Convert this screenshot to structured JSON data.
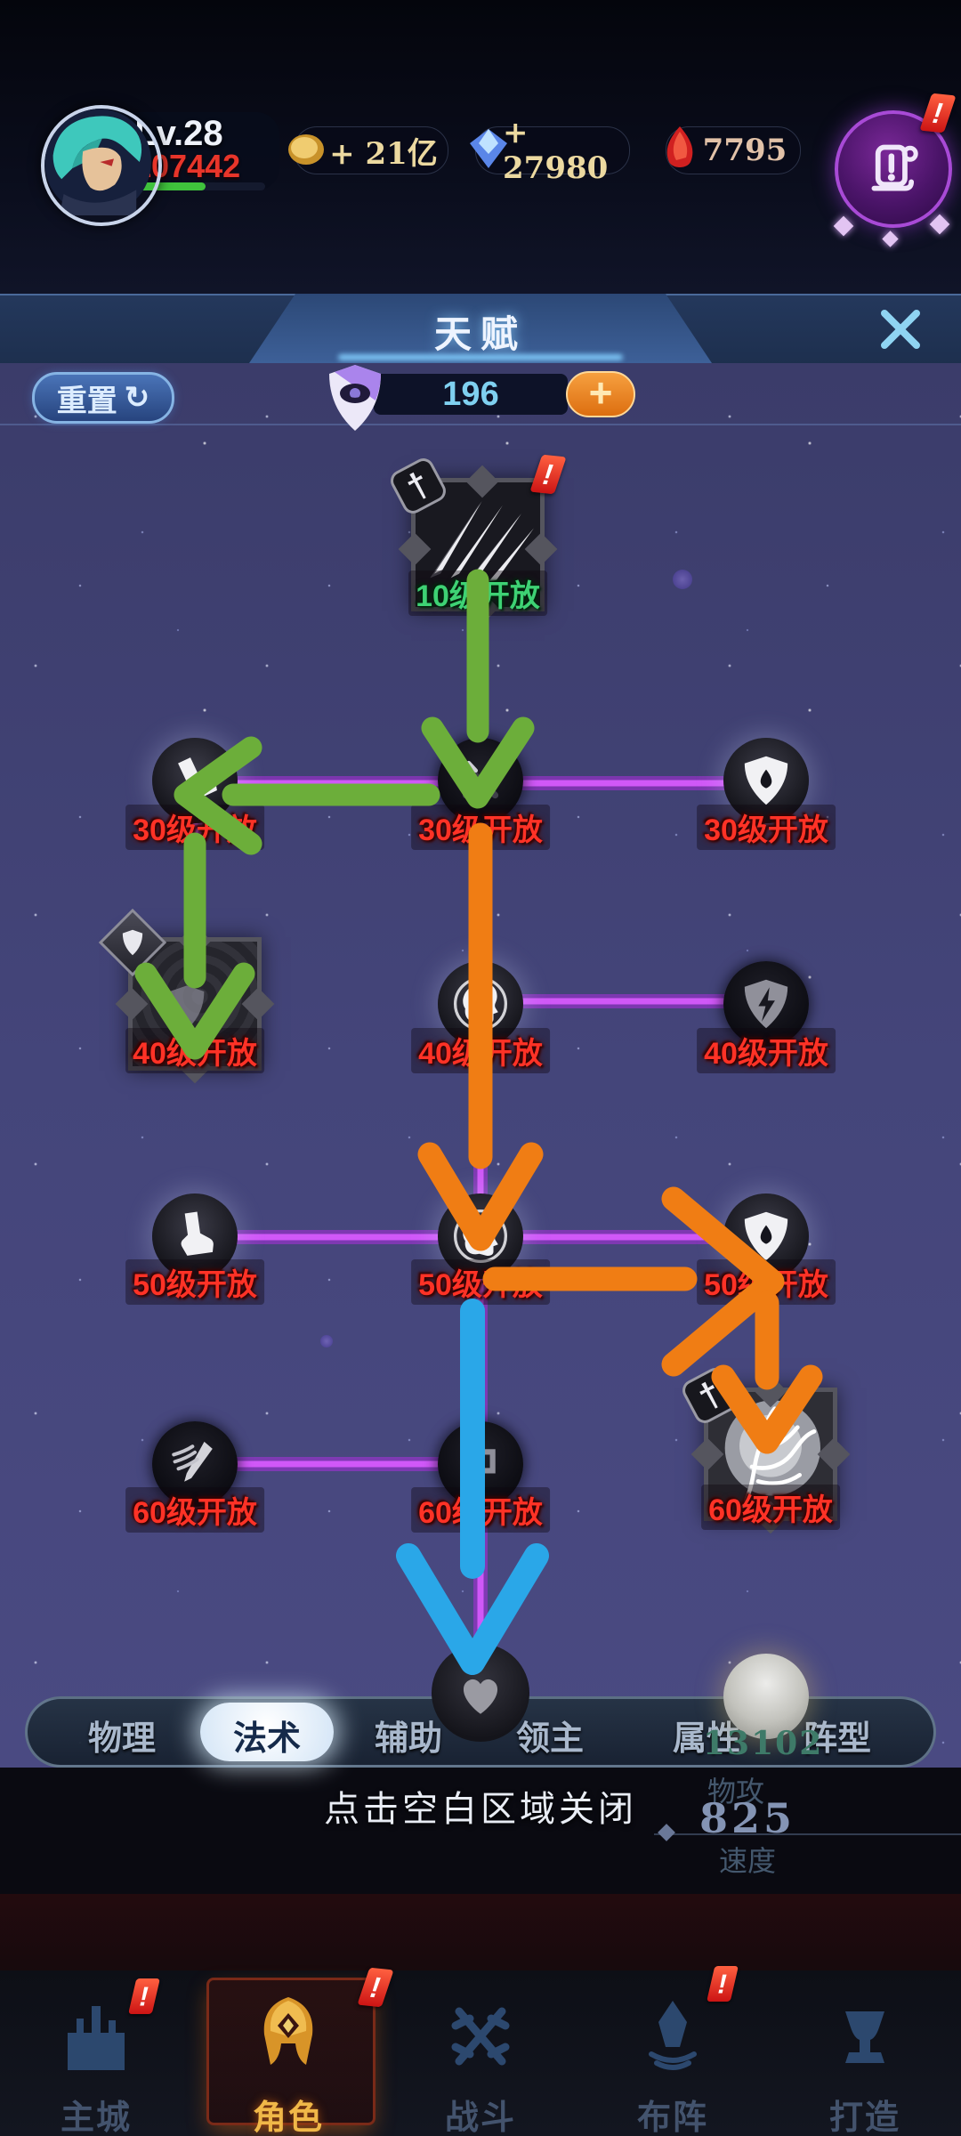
{
  "topbar": {
    "level": "Lv.28",
    "power": "107442",
    "xp_percent": 66,
    "currencies": {
      "gold": "+ 21亿",
      "diamond": "+ 27980",
      "gem": "7795"
    }
  },
  "panel": {
    "title": "天赋",
    "reset_label": "重置",
    "reset_icon": "↻",
    "points": "196",
    "plus_label": "+",
    "hint": "点击空白区域关闭"
  },
  "tree": {
    "nodes": [
      {
        "label": "10级开放",
        "icon": "claw-slashes",
        "shape": "square"
      },
      {
        "label": "30级开放",
        "icon": "boot",
        "shape": "circle"
      },
      {
        "label": "30级开放",
        "icon": "crossed-swords",
        "shape": "circle"
      },
      {
        "label": "30级开放",
        "icon": "shield-drop",
        "shape": "circle"
      },
      {
        "label": "40级开放",
        "icon": "swirl-shield",
        "shape": "square"
      },
      {
        "label": "40级开放",
        "icon": "head-profile",
        "shape": "circle"
      },
      {
        "label": "40级开放",
        "icon": "shield-bolt",
        "shape": "circle"
      },
      {
        "label": "50级开放",
        "icon": "boot",
        "shape": "circle"
      },
      {
        "label": "50级开放",
        "icon": "head-profile",
        "shape": "circle"
      },
      {
        "label": "50级开放",
        "icon": "shield-drop",
        "shape": "circle"
      },
      {
        "label": "60级开放",
        "icon": "sword-slash",
        "shape": "circle"
      },
      {
        "label": "60级开放",
        "icon": "rune",
        "shape": "circle"
      },
      {
        "label": "60级开放",
        "icon": "lightning-storm",
        "shape": "square"
      }
    ],
    "arrow_colors": {
      "green": "#6cae3a",
      "orange": "#f07d14",
      "blue": "#2aa7e8",
      "connector": "#c43df0"
    }
  },
  "tabs": {
    "items": [
      "物理",
      "法术",
      "辅助",
      "领主",
      "属性",
      "阵型"
    ],
    "active": "法术"
  },
  "stats": {
    "patk_value": "13102",
    "patk_label": "物攻",
    "speed_value": "825",
    "speed_label": "速度"
  },
  "nav": {
    "items": [
      {
        "label": "主城",
        "badge": true
      },
      {
        "label": "角色",
        "badge": true
      },
      {
        "label": "战斗",
        "badge": false
      },
      {
        "label": "布阵",
        "badge": true
      },
      {
        "label": "打造",
        "badge": false
      }
    ]
  },
  "misc": {
    "alert": "!"
  },
  "icons": {
    "close": "close-x",
    "reset": "refresh-arrow",
    "points": "eye-shield",
    "gold": "gold-coin",
    "diamond": "blue-diamond",
    "gem": "red-gem",
    "alert": "exclamation-flag"
  }
}
